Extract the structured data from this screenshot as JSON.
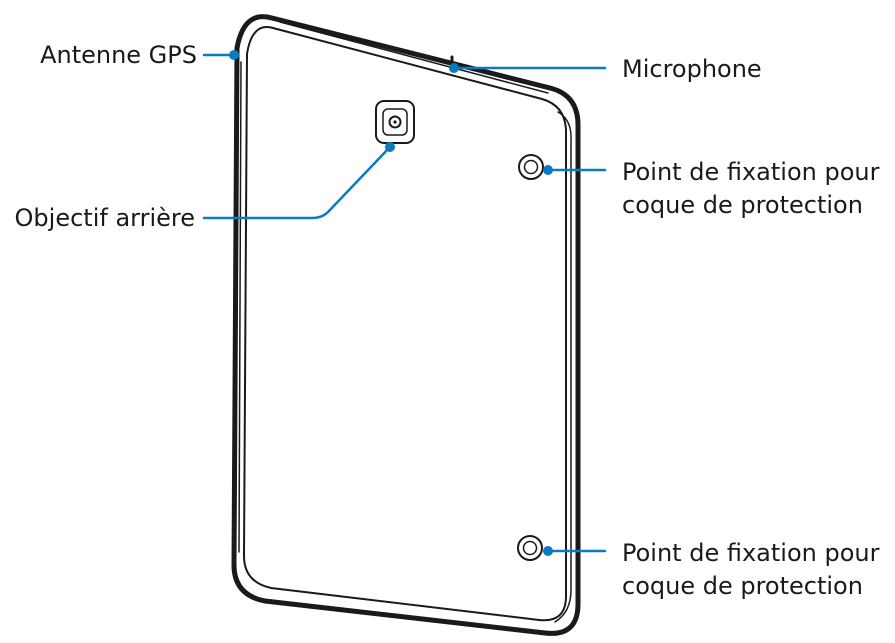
{
  "colors": {
    "leader": "#0a7ac1",
    "outline": "#1a1a1a",
    "background": "#ffffff"
  },
  "callouts": {
    "gps_antenna": "Antenne GPS",
    "microphone": "Microphone",
    "rear_camera": "Objectif arrière",
    "attach_point_top": {
      "line1": "Point de fixation pour",
      "line2": "coque de protection"
    },
    "attach_point_bottom": {
      "line1": "Point de fixation pour",
      "line2": "coque de protection"
    }
  }
}
